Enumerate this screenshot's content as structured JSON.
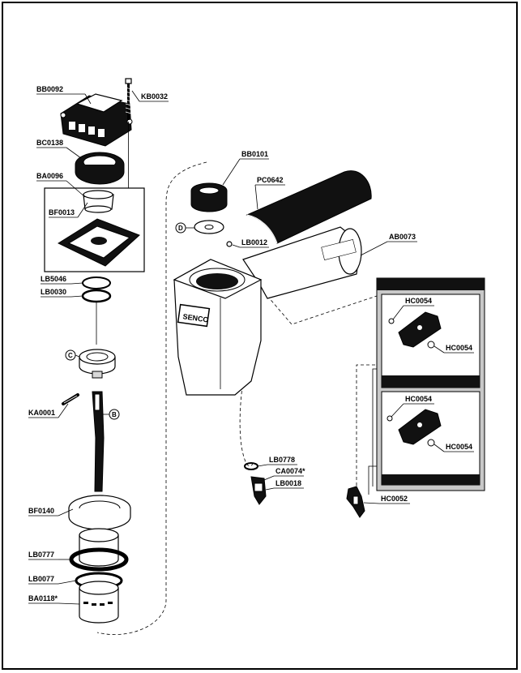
{
  "parts": {
    "BB0092": "BB0092",
    "KB0032": "KB0032",
    "BC0138": "BC0138",
    "BA0096": "BA0096",
    "BF0013": "BF0013",
    "LB5046": "LB5046",
    "LB0030": "LB0030",
    "KA0001": "KA0001",
    "BF0140": "BF0140",
    "LB0777": "LB0777",
    "LB0077": "LB0077",
    "BA0118": "BA0118*",
    "BB0101": "BB0101",
    "PC0642": "PC0642",
    "LB0012": "LB0012",
    "AB0073": "AB0073",
    "LB0778": "LB0778",
    "CA0074": "CA0074*",
    "LB0018": "LB0018",
    "HC0054_a": "HC0054",
    "HC0054_b": "HC0054",
    "HC0054_c": "HC0054",
    "HC0054_d": "HC0054",
    "HC0052": "HC0052"
  },
  "callouts": {
    "B": "B",
    "C": "C",
    "D": "D"
  },
  "body_brand": "SENCO"
}
